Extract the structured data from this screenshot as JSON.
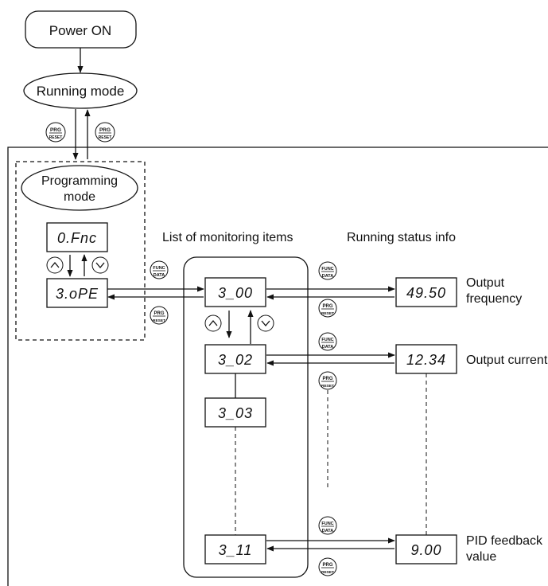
{
  "power_on": "Power ON",
  "running_mode": "Running mode",
  "programming_mode": {
    "line1": "Programming",
    "line2": "mode"
  },
  "headings": {
    "monitoring_list": "List of monitoring items",
    "running_status": "Running status info"
  },
  "program_displays": [
    "0.Fnc",
    "3.oPE"
  ],
  "monitor_items": [
    "3_00",
    "3_02",
    "3_03",
    "3_11"
  ],
  "status_displays": [
    {
      "value": "49.50",
      "label_line1": "Output",
      "label_line2": "frequency"
    },
    {
      "value": "12.34",
      "label_line1": "Output current",
      "label_line2": ""
    },
    {
      "value": "9.00",
      "label_line1": "PID feedback",
      "label_line2": "value"
    }
  ],
  "buttons": {
    "prg_top": "PRG",
    "prg_bottom": "RESET",
    "func_top": "FUNC",
    "func_bottom": "DATA"
  }
}
